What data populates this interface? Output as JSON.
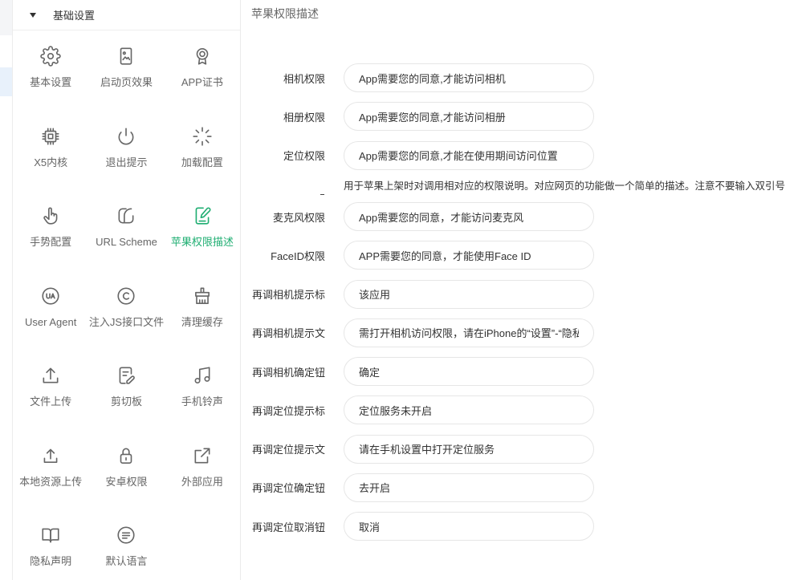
{
  "colors": {
    "accent": "#1fae72",
    "nav_highlight": "#e8f1fb"
  },
  "settings_panel": {
    "section_title": "基础设置",
    "collapse_icon": "caret-down-icon",
    "items": [
      {
        "label": "基本设置",
        "icon": "gear-icon",
        "active": false
      },
      {
        "label": "启动页效果",
        "icon": "image-icon",
        "active": false
      },
      {
        "label": "APP证书",
        "icon": "certificate-icon",
        "active": false
      },
      {
        "label": "X5内核",
        "icon": "chip-icon",
        "active": false
      },
      {
        "label": "退出提示",
        "icon": "power-icon",
        "active": false
      },
      {
        "label": "加载配置",
        "icon": "loader-icon",
        "active": false
      },
      {
        "label": "手势配置",
        "icon": "hand-icon",
        "active": false
      },
      {
        "label": "URL Scheme",
        "icon": "url-scheme-icon",
        "active": false
      },
      {
        "label": "苹果权限描述",
        "icon": "edit-doc-icon",
        "active": true
      },
      {
        "label": "User Agent",
        "icon": "ua-icon",
        "active": false
      },
      {
        "label": "注入JS接口文件",
        "icon": "copyright-icon",
        "active": false
      },
      {
        "label": "清理缓存",
        "icon": "broom-icon",
        "active": false
      },
      {
        "label": "文件上传",
        "icon": "upload-icon",
        "active": false
      },
      {
        "label": "剪切板",
        "icon": "clipboard-edit-icon",
        "active": false
      },
      {
        "label": "手机铃声",
        "icon": "music-icon",
        "active": false
      },
      {
        "label": "本地资源上传",
        "icon": "upload-small-icon",
        "active": false
      },
      {
        "label": "安卓权限",
        "icon": "lock-icon",
        "active": false
      },
      {
        "label": "外部应用",
        "icon": "external-link-icon",
        "active": false
      },
      {
        "label": "隐私声明",
        "icon": "book-icon",
        "active": false
      },
      {
        "label": "默认语言",
        "icon": "message-icon",
        "active": false
      }
    ]
  },
  "form": {
    "title": "苹果权限描述",
    "hint": "用于苹果上架时对调用相对应的权限说明。对应网页的功能做一个简单的描述。注意不要输入双引号",
    "fields": [
      {
        "label": "相机权限",
        "value": "App需要您的同意,才能访问相机"
      },
      {
        "label": "相册权限",
        "value": "App需要您的同意,才能访问相册"
      },
      {
        "label": "定位权限",
        "value": "App需要您的同意,才能在使用期间访问位置"
      },
      {
        "label": "麦克风权限",
        "value": "App需要您的同意，才能访问麦克风"
      },
      {
        "label": "FaceID权限",
        "value": "APP需要您的同意，才能使用Face ID"
      },
      {
        "label": "再调相机提示标",
        "value": "该应用"
      },
      {
        "label": "再调相机提示文",
        "value": "需打开相机访问权限，请在iPhone的“设置”-“隐私”"
      },
      {
        "label": "再调相机确定钮",
        "value": "确定"
      },
      {
        "label": "再调定位提示标",
        "value": "定位服务未开启"
      },
      {
        "label": "再调定位提示文",
        "value": "请在手机设置中打开定位服务"
      },
      {
        "label": "再调定位确定钮",
        "value": "去开启"
      },
      {
        "label": "再调定位取消钮",
        "value": "取消"
      }
    ]
  }
}
